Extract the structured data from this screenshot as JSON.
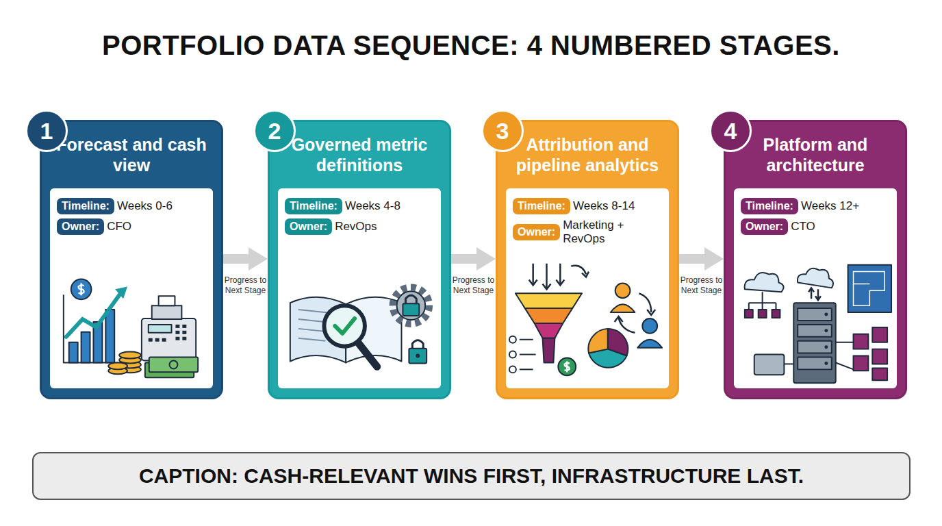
{
  "diagram": {
    "title": "PORTFOLIO DATA SEQUENCE: 4 NUMBERED STAGES.",
    "caption": "CAPTION: CASH-RELEVANT WINS FIRST, INFRASTRUCTURE LAST.",
    "nodes": [
      {
        "text": [
          "1",
          "Forecast and cash view",
          "Timeline:",
          "Weeks 0-6",
          "Owner:",
          "CFO"
        ]
      },
      {
        "text": [
          "2",
          "Governed metric definitions",
          "Timeline:",
          "Weeks 4-8",
          "Owner:",
          "RevOps"
        ]
      },
      {
        "text": [
          "3",
          "Attribution and pipeline analytics",
          "Timeline:",
          "Weeks 8-14",
          "Owner:",
          "Marketing + RevOps"
        ]
      },
      {
        "text": [
          "4",
          "Platform and architecture",
          "Timeline:",
          "Weeks 12+",
          "Owner:",
          "CTO"
        ]
      }
    ],
    "edges": [
      {
        "from": 0,
        "to": 1,
        "arrow": "to",
        "label": "Progress to Next Stage"
      },
      {
        "from": 1,
        "to": 2,
        "arrow": "to",
        "label": "Progress to Next Stage"
      },
      {
        "from": 2,
        "to": 3,
        "arrow": "to",
        "label": "Progress to Next Stage"
      }
    ]
  }
}
